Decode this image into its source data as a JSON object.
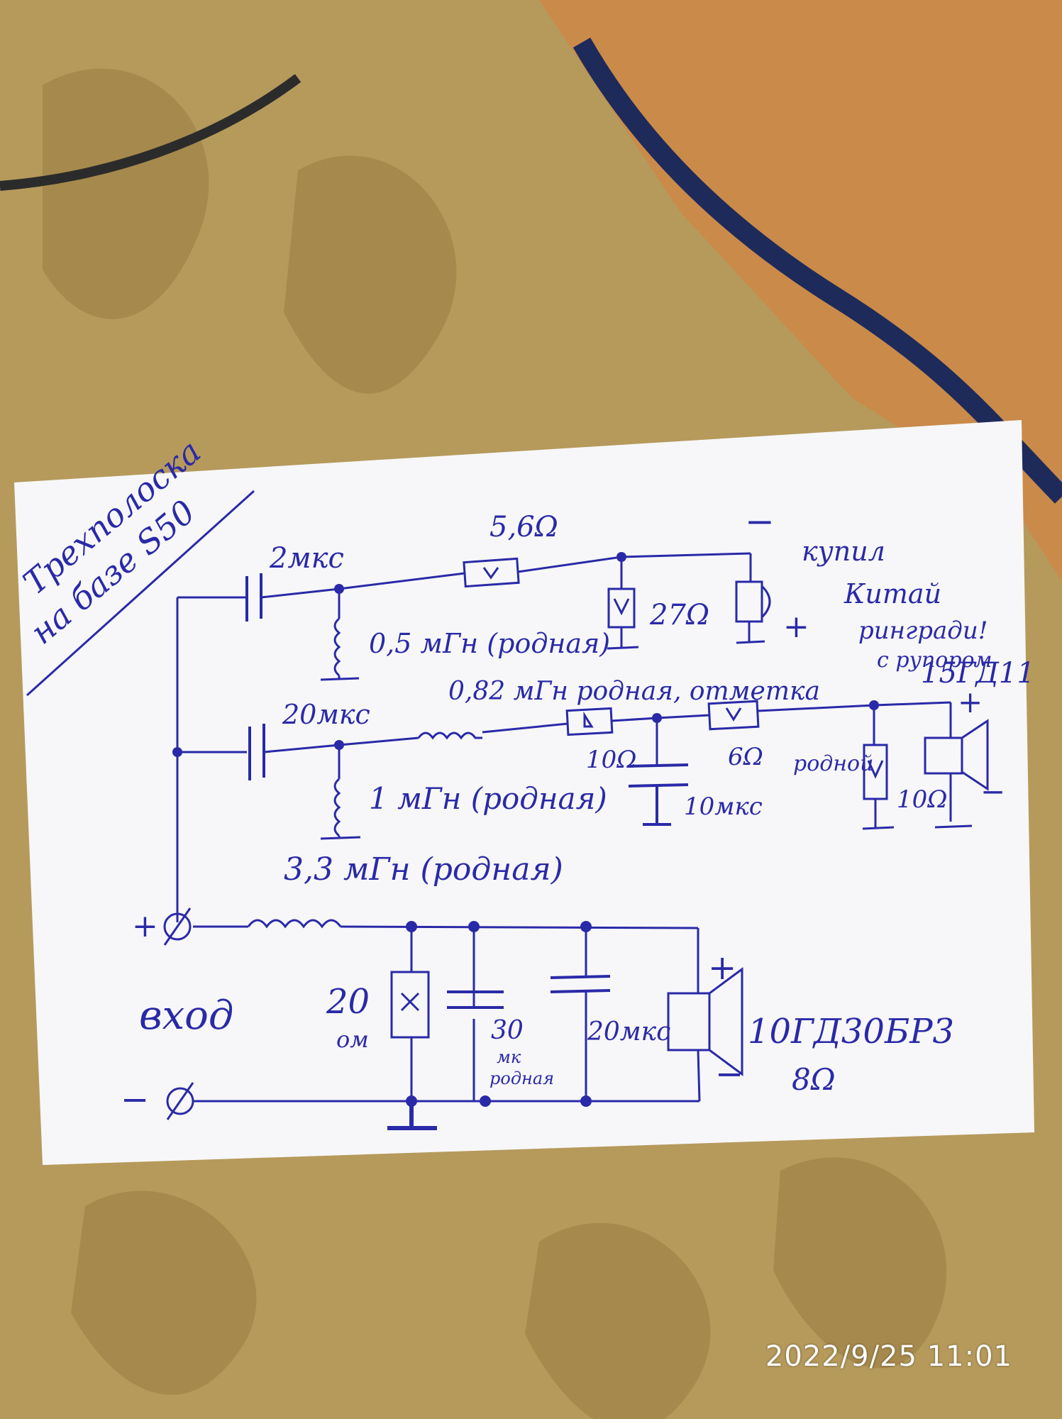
{
  "title_line1": "Трехполоска",
  "title_line2": "на базе S50",
  "labels": {
    "cap_2uf": "2мкс",
    "res_5_6": "5,6Ω",
    "minus_top": "−",
    "inductor_05": "0,5 мГн (родная)",
    "res_27": "27Ω",
    "plus_top": "+",
    "tweeter_desc_1": "купил",
    "tweeter_desc_2": "Китай",
    "tweeter_desc_3": "рингради!",
    "tweeter_desc_4": "с рупором",
    "cap_20uf_mid": "20мкс",
    "inductor_082": "0,82 мГн родная, отметка",
    "res_10": "10Ω",
    "res_6": "6Ω",
    "rodnoy": "родной",
    "mid_speaker_name": "15ГД11",
    "mid_plus": "+",
    "mid_minus": "−",
    "inductor_1": "1 мГн (родная)",
    "cap_10uf": "10мкс",
    "res_10_mid": "10Ω",
    "inductor_33": "3,3 мГн (родная)",
    "input_plus": "+",
    "input_minus": "−",
    "input_label": "вход",
    "res_20": "20",
    "res_20_unit": "ом",
    "cap_30": "30",
    "cap_30_unit": "мк",
    "cap_30_note": "родная",
    "cap_20_woofer": "20мкс",
    "woofer_name": "10ГД30БР3",
    "woofer_impedance": "8Ω",
    "woofer_plus": "+",
    "woofer_minus": "−"
  },
  "timestamp": "2022/9/25  11:01",
  "colors": {
    "ink": "#2a2aa8",
    "paper": "#f7f7f9",
    "fabric": "#b59a5c",
    "carpet": "#c98a4a"
  }
}
